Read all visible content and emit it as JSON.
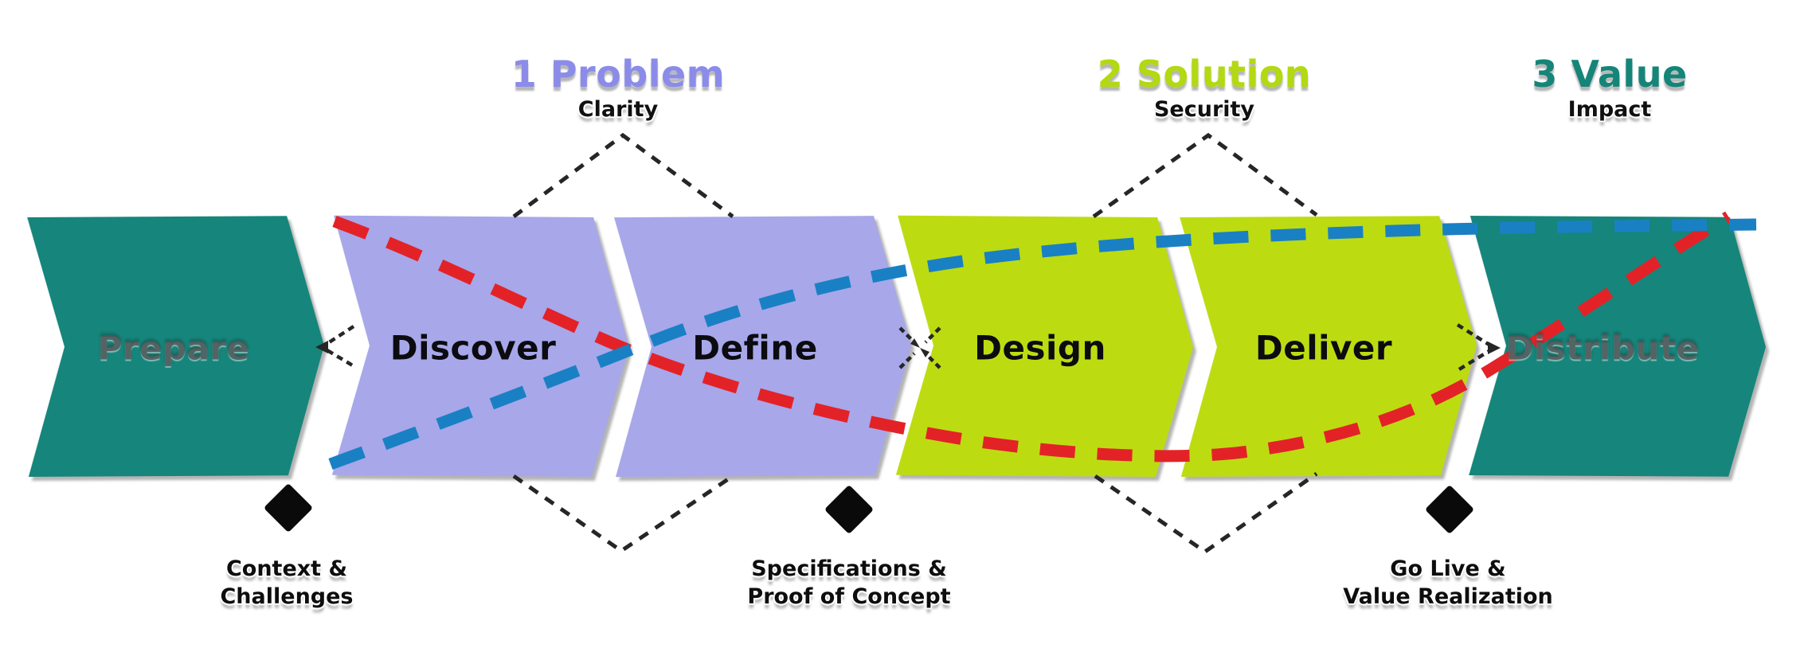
{
  "stages": [
    {
      "title": "1 Problem",
      "subtitle": "Clarity",
      "color": "#8B8CE9"
    },
    {
      "title": "2 Solution",
      "subtitle": "Security",
      "color": "#B2D911"
    },
    {
      "title": "3 Value",
      "subtitle": "Impact",
      "color": "#148578"
    }
  ],
  "phases": [
    {
      "label": "Prepare"
    },
    {
      "label": "Discover"
    },
    {
      "label": "Define"
    },
    {
      "label": "Design"
    },
    {
      "label": "Deliver"
    },
    {
      "label": "Distribute"
    }
  ],
  "milestones": [
    {
      "line1": "Context &",
      "line2": "Challenges"
    },
    {
      "line1": "Specifications &",
      "line2": "Proof of Concept"
    },
    {
      "line1": "Go Live &",
      "line2": "Value Realization"
    }
  ],
  "colors": {
    "teal": "#16857B",
    "periwinkle": "#A7A7EA",
    "lime": "#BCDC11",
    "red_line": "#E32227",
    "blue_line": "#1A80C4",
    "connector": "#262626",
    "diamond": "#0A0A0A"
  }
}
